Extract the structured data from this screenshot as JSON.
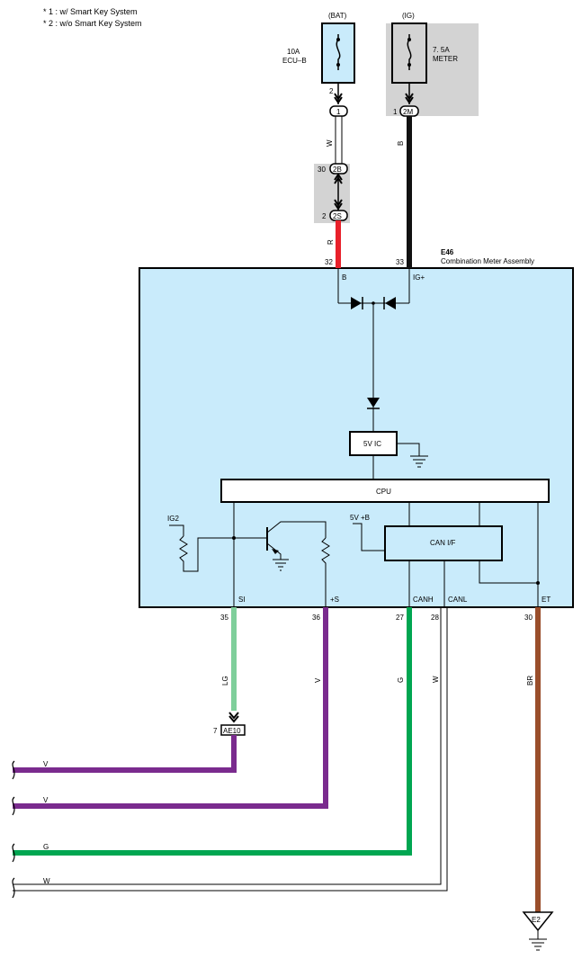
{
  "notes": [
    "* 1 : w/ Smart Key System",
    "* 2 : w/o Smart Key System"
  ],
  "fuses": {
    "bat": {
      "source": "(BAT)",
      "rating": "10A",
      "name": "ECU–B",
      "pin": "2"
    },
    "ig": {
      "source": "(IG)",
      "rating": "7. 5A",
      "name": "METER",
      "pin": "1",
      "connector": "2M"
    }
  },
  "connectors": {
    "c1": "1",
    "c2b": {
      "id": "2B",
      "pin": "30"
    },
    "c2s": {
      "id": "2S",
      "pin": "2"
    },
    "ae10": {
      "id": "AE10",
      "pin": "7"
    }
  },
  "assembly": {
    "id": "E46",
    "name": "Combination Meter Assembly",
    "pins": {
      "b": "32",
      "ig": "33",
      "si": "35",
      "s": "36",
      "canh": "27",
      "canl": "28",
      "et": "30"
    },
    "terminals": {
      "b": "B",
      "ig": "IG+",
      "si": "SI",
      "s": "+S",
      "canh": "CANH",
      "canl": "CANL",
      "et": "ET"
    },
    "blocks": {
      "ic": "5V IC",
      "cpu": "CPU",
      "can": "CAN I/F"
    },
    "labels": {
      "ig2": "IG2",
      "v5b": "5V +B"
    }
  },
  "wire_colors": {
    "w": "W",
    "b": "B",
    "r": "R",
    "lg": "LG",
    "v": "V",
    "g": "G",
    "br": "BR"
  },
  "outgoing": [
    "V",
    "V",
    "G",
    "W"
  ],
  "ground": "E2",
  "colors": {
    "panel": "#c9ebfb",
    "shade": "#d3d3d3",
    "red": "#e8202a",
    "black": "#111111",
    "light_green": "#7fcf9b",
    "violet": "#7a2b8e",
    "green": "#00a651",
    "brown": "#9a4e2b"
  }
}
